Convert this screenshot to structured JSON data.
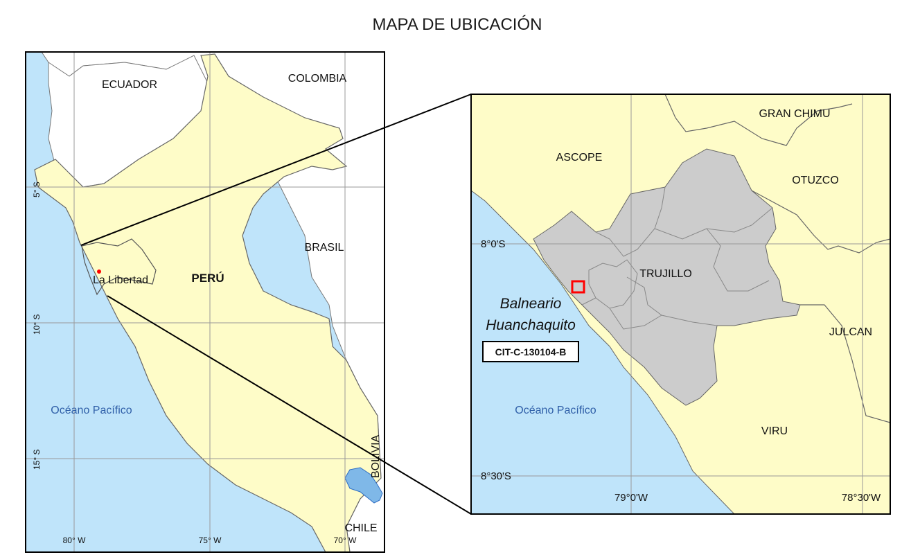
{
  "title": "MAPA DE UBICACIÓN",
  "colors": {
    "ocean": "#bfe4fa",
    "peru": "#fefcc8",
    "neighbor": "#ffffff",
    "district": "#cccccc",
    "lake": "#7fb8e8",
    "site_marker": "#ff0000",
    "ocean_text": "#2f5fa8"
  },
  "main_map": {
    "countries": {
      "ecuador": "ECUADOR",
      "colombia": "COLOMBIA",
      "brasil": "BRASIL",
      "bolivia": "BOLIVIA",
      "chile": "CHILE",
      "peru": "PERÚ"
    },
    "region": "La Libertad",
    "ocean": "Océano Pacífico",
    "lat_labels": [
      "5° S",
      "10° S",
      "15° S"
    ],
    "lon_labels": [
      "80° W",
      "75° W",
      "70° W"
    ]
  },
  "inset_map": {
    "provinces": {
      "ascope": "ASCOPE",
      "gran_chimu": "GRAN CHIMU",
      "otuzco": "OTUZCO",
      "trujillo": "TRUJILLO",
      "julcan": "JULCAN",
      "viru": "VIRU"
    },
    "ocean": "Océano Pacífico",
    "site_name_line1": "Balneario",
    "site_name_line2": "Huanchaquito",
    "site_code": "CIT-C-130104-B",
    "lat_labels": [
      "8°0'S",
      "8°30'S"
    ],
    "lon_labels": [
      "79°0'W",
      "78°30'W"
    ]
  }
}
